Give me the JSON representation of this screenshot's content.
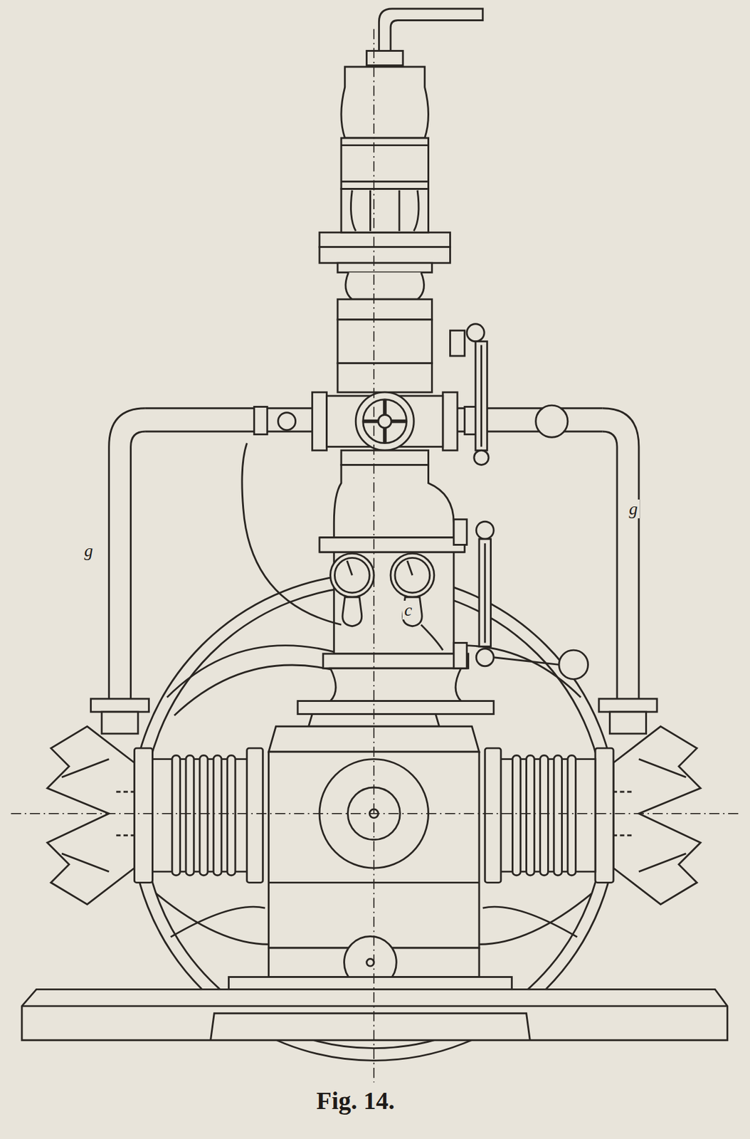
{
  "diagram": {
    "caption": "Fig. 14.",
    "labels": [
      "g",
      "g",
      "c"
    ]
  }
}
